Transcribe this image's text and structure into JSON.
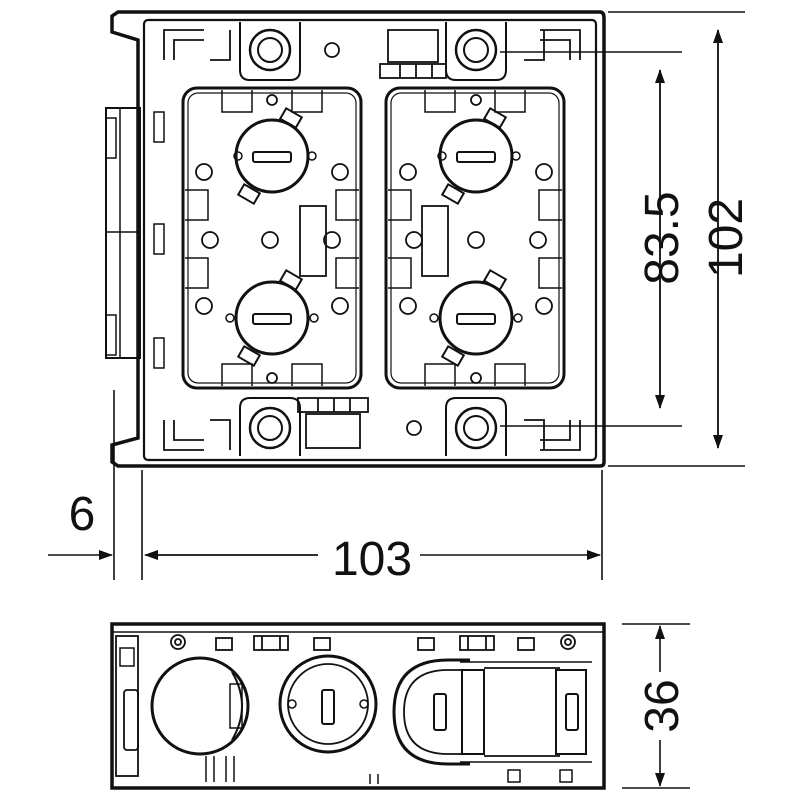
{
  "dimensions": {
    "width_total": "103",
    "flange": "6",
    "height_total": "102",
    "mount_pitch": "83.5",
    "depth": "36"
  },
  "colors": {
    "line": "#111111",
    "background": "#ffffff"
  }
}
